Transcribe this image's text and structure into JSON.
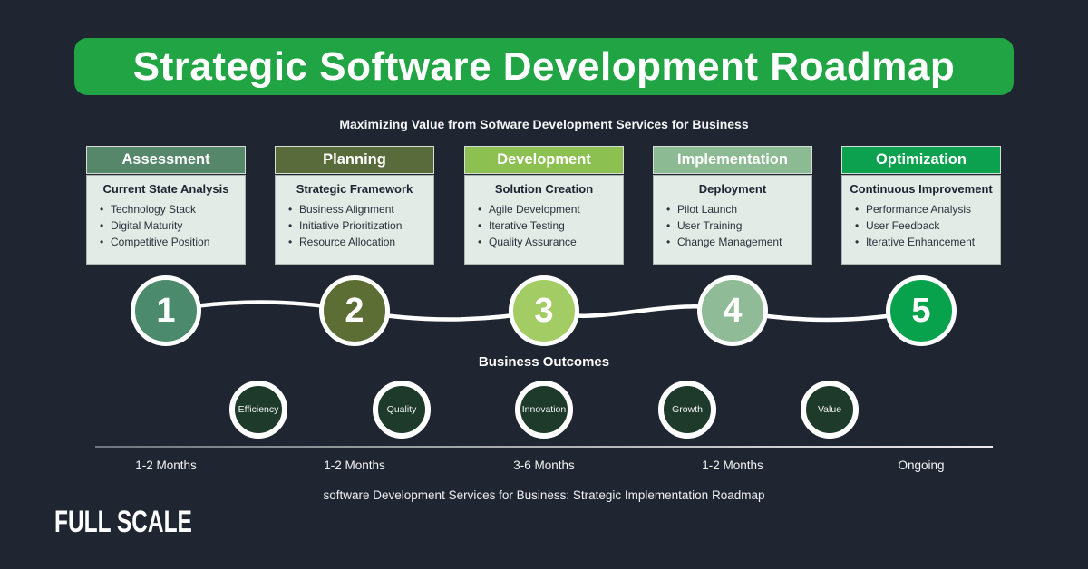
{
  "title": "Strategic Software Development Roadmap",
  "subtitle": "Maximizing Value from Sofware Development Services for Business",
  "phases": [
    {
      "name": "Assessment",
      "number": "1",
      "header_color": "#57876b",
      "circle_color": "#4c8a6d",
      "subtitle": "Current State Analysis",
      "bullets": [
        "Technology Stack",
        "Digital Maturity",
        "Competitive Position"
      ],
      "duration": "1-2 Months"
    },
    {
      "name": "Planning",
      "number": "2",
      "header_color": "#5a6b3b",
      "circle_color": "#5c6e34",
      "subtitle": "Strategic Framework",
      "bullets": [
        "Business Alignment",
        "Initiative Prioritization",
        "Resource Allocation"
      ],
      "duration": "1-2 Months"
    },
    {
      "name": "Development",
      "number": "3",
      "header_color": "#8cc151",
      "circle_color": "#a4cc64",
      "subtitle": "Solution Creation",
      "bullets": [
        "Agile Development",
        "Iterative Testing",
        "Quality Assurance"
      ],
      "duration": "3-6 Months"
    },
    {
      "name": "Implementation",
      "number": "4",
      "header_color": "#8cba92",
      "circle_color": "#8fbb97",
      "subtitle": "Deployment",
      "bullets": [
        "Pilot Launch",
        "User Training",
        "Change Management"
      ],
      "duration": "1-2 Months"
    },
    {
      "name": "Optimization",
      "number": "5",
      "header_color": "#0ca14e",
      "circle_color": "#09a24c",
      "subtitle": "Continuous Improvement",
      "bullets": [
        "Performance Analysis",
        "User Feedback",
        "Iterative Enhancement"
      ],
      "duration": "Ongoing"
    }
  ],
  "outcomes_label": "Business Outcomes",
  "outcomes": [
    "Efficiency",
    "Quality",
    "Innovation",
    "Growth",
    "Value"
  ],
  "caption": "software Development Services for Business: Strategic Implementation  Roadmap",
  "logo_text": "FULL SCALE",
  "colors": {
    "background": "#202532",
    "banner_green": "#21a544",
    "card_body": "#e2ebe5",
    "outcome_circle_fill": "#1e3a2b",
    "wave_line": "#ffffff",
    "text_light": "#ffffff",
    "text_dark": "#232a33"
  }
}
